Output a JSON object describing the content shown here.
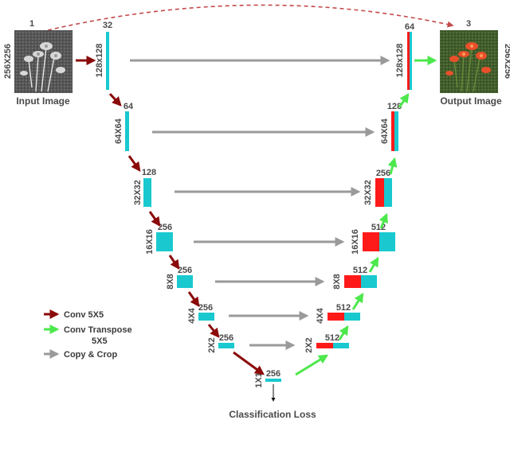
{
  "input": {
    "label": "Input Image",
    "size": "256X256",
    "channels": "1"
  },
  "output": {
    "label": "Output Image",
    "size": "256X256",
    "channels": "3"
  },
  "encoder": [
    {
      "size": "128x128",
      "channels": "32"
    },
    {
      "size": "64X64",
      "channels": "64"
    },
    {
      "size": "32X32",
      "channels": "128"
    },
    {
      "size": "16X16",
      "channels": "256"
    },
    {
      "size": "8X8",
      "channels": "256"
    },
    {
      "size": "4X4",
      "channels": "256"
    },
    {
      "size": "2X2",
      "channels": "256"
    },
    {
      "size": "1X1",
      "channels": "256"
    }
  ],
  "decoder": [
    {
      "size": "128x128",
      "channels": "64"
    },
    {
      "size": "64X64",
      "channels": "128"
    },
    {
      "size": "32X32",
      "channels": "256"
    },
    {
      "size": "16X16",
      "channels": "512"
    },
    {
      "size": "8X8",
      "channels": "512"
    },
    {
      "size": "4X4",
      "channels": "512"
    },
    {
      "size": "2X2",
      "channels": "512"
    }
  ],
  "classification_loss": "Classification Loss",
  "legend": {
    "conv": "Conv 5X5",
    "conv_transpose_line1": "Conv Transpose",
    "conv_transpose_line2": "5X5",
    "copy_crop": "Copy & Crop"
  },
  "colors": {
    "encoder_block": "#19c9cf",
    "decoder_block": "#ff1a1a",
    "conv_arrow": "#8b0a0a",
    "transpose_arrow": "#4ce84c",
    "copy_arrow": "#9a9a9a",
    "skip_curve": "#c24a4a"
  }
}
